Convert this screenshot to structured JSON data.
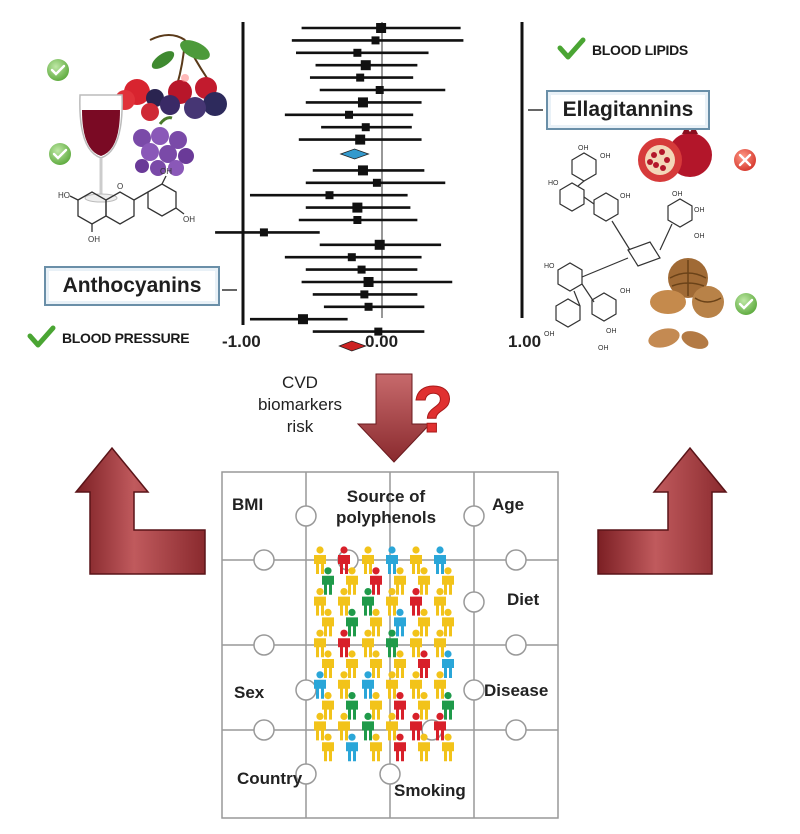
{
  "forest_plot": {
    "x_ticks": [
      "-1.00",
      "0.00",
      "1.00"
    ],
    "left_label": "Anthocyanins",
    "right_label": "Ellagitannins",
    "left_outcome": "BLOOD PRESSURE",
    "right_outcome": "BLOOD LIPIDS"
  },
  "chart_data": {
    "type": "forest",
    "xlim": [
      -1,
      1
    ],
    "x_ticks": [
      "-1.00",
      "0.00",
      "1.00"
    ],
    "groups": [
      {
        "name": "Ellagitannins",
        "rows": [
          {
            "est": -0.01,
            "lo": -0.58,
            "hi": 0.56
          },
          {
            "est": -0.05,
            "lo": -0.65,
            "hi": 0.58
          },
          {
            "est": -0.18,
            "lo": -0.62,
            "hi": 0.33
          },
          {
            "est": -0.12,
            "lo": -0.48,
            "hi": 0.25
          },
          {
            "est": -0.16,
            "lo": -0.52,
            "hi": 0.22
          },
          {
            "est": -0.02,
            "lo": -0.45,
            "hi": 0.45
          },
          {
            "est": -0.14,
            "lo": -0.55,
            "hi": 0.28
          },
          {
            "est": -0.24,
            "lo": -0.7,
            "hi": 0.22
          },
          {
            "est": -0.12,
            "lo": -0.44,
            "hi": 0.21
          },
          {
            "est": -0.16,
            "lo": -0.6,
            "hi": 0.28
          }
        ],
        "pooled": {
          "est": -0.2,
          "lo": -0.3,
          "hi": -0.1
        }
      },
      {
        "name": "Anthocyanins",
        "rows": [
          {
            "est": -0.14,
            "lo": -0.5,
            "hi": 0.3
          },
          {
            "est": -0.04,
            "lo": -0.55,
            "hi": 0.45
          },
          {
            "est": -0.38,
            "lo": -0.95,
            "hi": 0.18
          },
          {
            "est": -0.18,
            "lo": -0.55,
            "hi": 0.2
          },
          {
            "est": -0.18,
            "lo": -0.6,
            "hi": 0.25
          },
          {
            "est": -0.85,
            "lo": -1.2,
            "hi": -0.45
          },
          {
            "est": -0.02,
            "lo": -0.45,
            "hi": 0.42
          },
          {
            "est": -0.22,
            "lo": -0.7,
            "hi": 0.28
          },
          {
            "est": -0.15,
            "lo": -0.55,
            "hi": 0.25
          },
          {
            "est": -0.1,
            "lo": -0.58,
            "hi": 0.5
          },
          {
            "est": -0.13,
            "lo": -0.5,
            "hi": 0.25
          },
          {
            "est": -0.1,
            "lo": -0.42,
            "hi": 0.3
          },
          {
            "est": -0.57,
            "lo": -0.95,
            "hi": -0.25
          },
          {
            "est": -0.03,
            "lo": -0.5,
            "hi": 0.3
          }
        ],
        "pooled": {
          "est": -0.22,
          "lo": -0.31,
          "hi": -0.12
        }
      }
    ]
  },
  "center": {
    "question_text": [
      "CVD",
      "biomarkers",
      "risk"
    ],
    "question_mark": "?"
  },
  "puzzle": {
    "factors": {
      "bmi": "BMI",
      "source": [
        "Source of",
        "polyphenols"
      ],
      "age": "Age",
      "diet": "Diet",
      "sex": "Sex",
      "disease": "Disease",
      "country": "Country",
      "smoking": "Smoking"
    }
  },
  "colors": {
    "arrow_red": "#a8383c",
    "pooled_blue": "#3399cc",
    "pooled_red": "#cc2222",
    "check_green": "#4caf50",
    "cross_red": "#e24a3c",
    "person_yellow": "#f2c31a",
    "person_red": "#d8202a",
    "person_blue": "#2aa6d8",
    "person_green": "#1f9a4a"
  },
  "icons": [
    "check-icon",
    "cross-icon",
    "berries-icon",
    "cherry-icon",
    "wine-glass-icon",
    "grapes-icon",
    "pomegranate-icon",
    "walnut-icon",
    "almond-icon",
    "molecule-icon",
    "people-icon",
    "puzzle-icon",
    "question-mark-icon",
    "arrow-down-icon",
    "arrow-up-icon"
  ]
}
